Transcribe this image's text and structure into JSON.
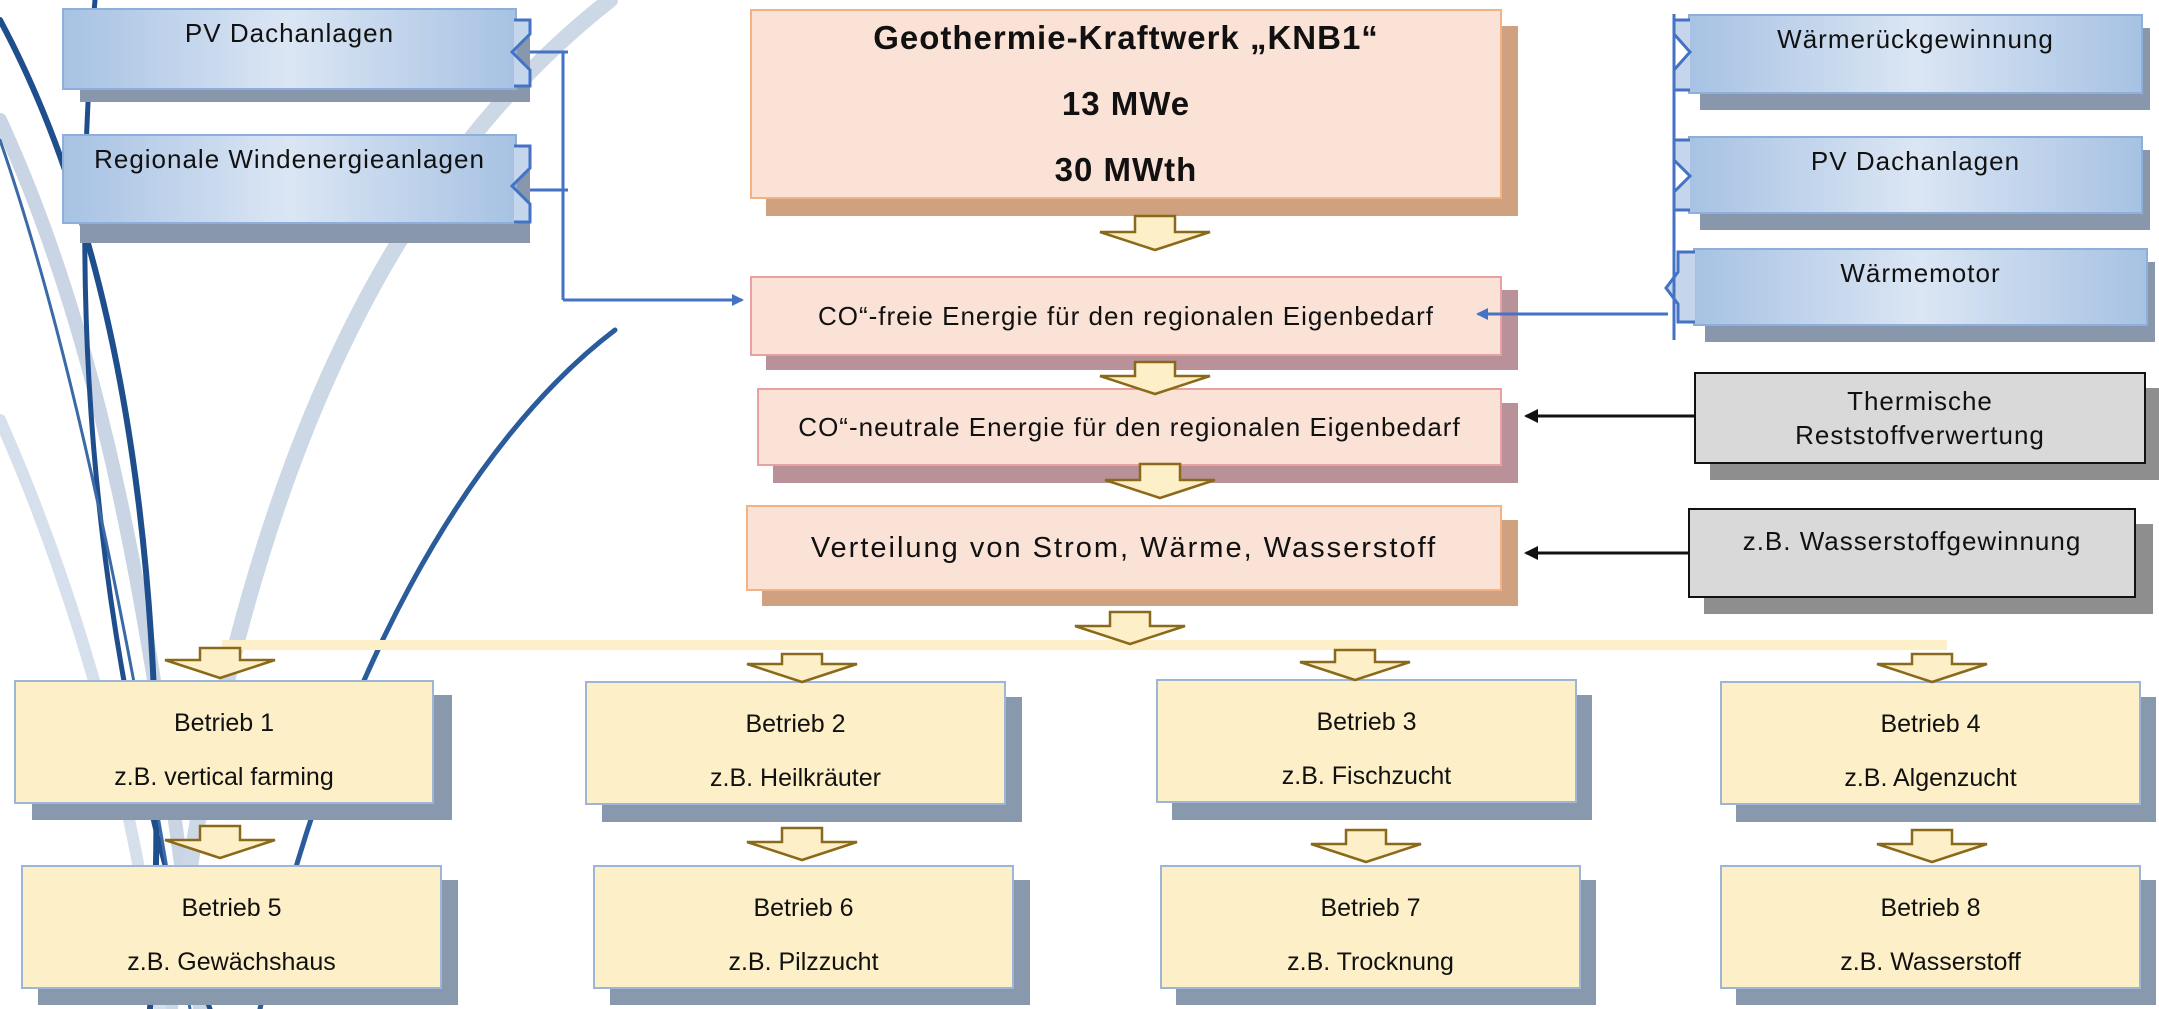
{
  "colors": {
    "blue_arrow": "#4472c4",
    "black_arrow": "#111111",
    "hollow_arrow_fill": "#fdf0c8",
    "hollow_arrow_stroke": "#8a6a1a",
    "decor_dark_blue": "#1f4e8c",
    "decor_light_blue": "#b8c8dc"
  },
  "left_sources": [
    "PV Dachanlagen",
    "Regionale Windenergieanlagen"
  ],
  "right_sources": [
    "Wärmerückgewinnung",
    "PV Dachanlagen",
    "Wärmemotor"
  ],
  "geothermal": {
    "line1": "Geothermie-Kraftwerk „KNB1“",
    "line2": "13 MWe",
    "line3": "30 MWth"
  },
  "co2_free": "CO“-freie Energie für den regionalen Eigenbedarf",
  "co2_neutral": "CO“-neutrale Energie für den regionalen Eigenbedarf",
  "distribution": "Verteilung von Strom, Wärme, Wasserstoff",
  "side_inputs": {
    "thermal_line1": "Thermische",
    "thermal_line2": "Reststoffverwertung",
    "hydrogen": "z.B. Wasserstoffgewinnung"
  },
  "businesses": [
    {
      "name": "Betrieb 1",
      "example": "z.B. vertical farming"
    },
    {
      "name": "Betrieb 2",
      "example": "z.B. Heilkräuter"
    },
    {
      "name": "Betrieb 3",
      "example": "z.B. Fischzucht"
    },
    {
      "name": "Betrieb 4",
      "example": "z.B. Algenzucht"
    },
    {
      "name": "Betrieb 5",
      "example": "z.B. Gewächshaus"
    },
    {
      "name": "Betrieb 6",
      "example": "z.B. Pilzzucht"
    },
    {
      "name": "Betrieb 7",
      "example": "z.B. Trocknung"
    },
    {
      "name": "Betrieb 8",
      "example": "z.B. Wasserstoff"
    }
  ]
}
